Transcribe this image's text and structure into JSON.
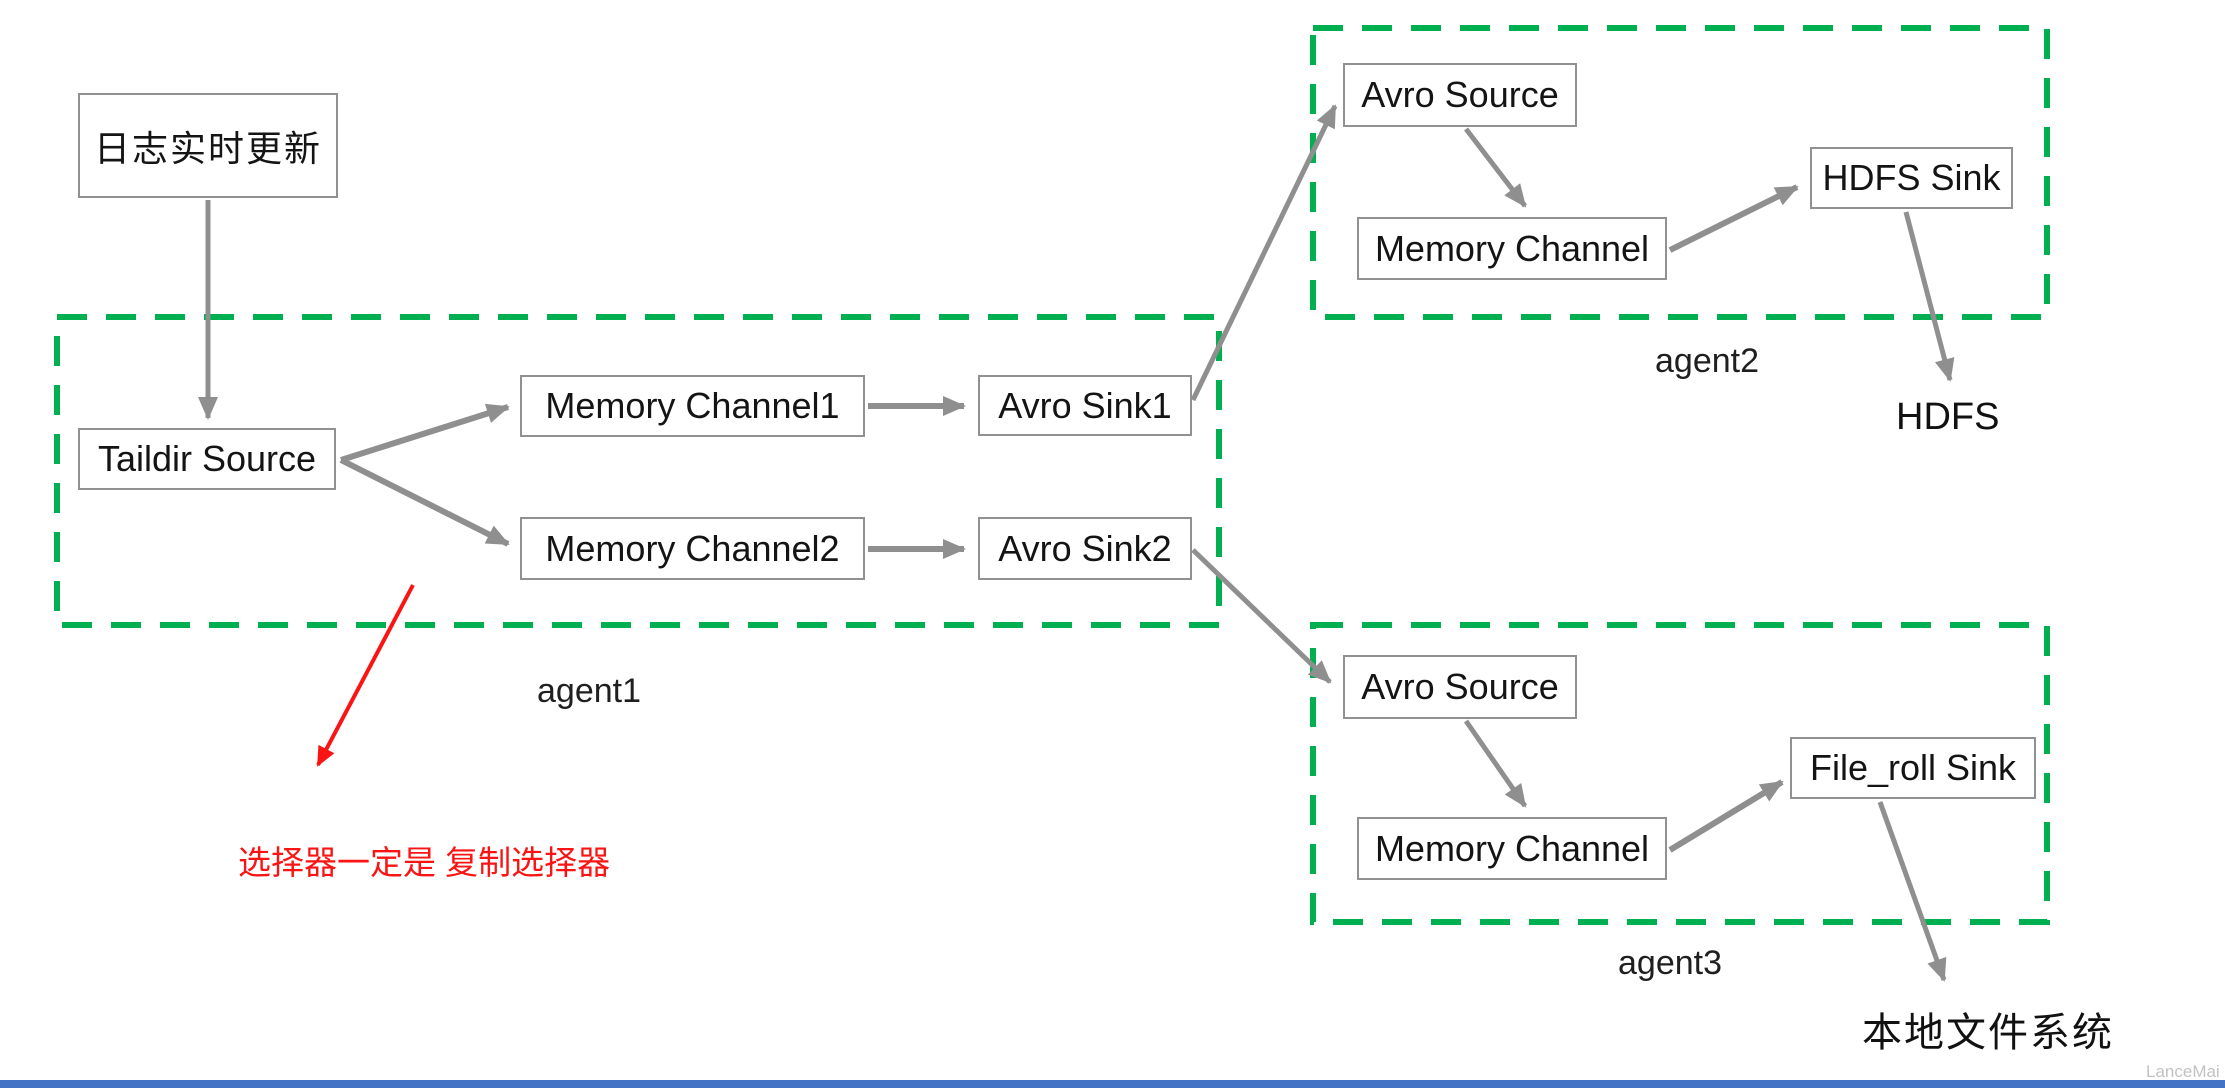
{
  "colors": {
    "agent_boundary_green": "#00b050",
    "arrow_gray": "#8f8f8f",
    "node_border_gray": "#919191",
    "annotation_red": "#fa1414",
    "watermark_gray": "#c2c2c2",
    "bottom_bar_blue": "#4472c4"
  },
  "nodes": {
    "log_source": "日志实时更新",
    "taildir_source": "Taildir Source",
    "memory_channel1": "Memory Channel1",
    "avro_sink1": "Avro Sink1",
    "memory_channel2": "Memory Channel2",
    "avro_sink2": "Avro Sink2",
    "agent2_avro_source": "Avro Source",
    "agent2_memory_channel": "Memory Channel",
    "agent2_hdfs_sink": "HDFS Sink",
    "agent3_avro_source": "Avro Source",
    "agent3_memory_channel": "Memory Channel",
    "agent3_file_roll_sink": "File_roll Sink"
  },
  "agent_labels": {
    "agent1": "agent1",
    "agent2": "agent2",
    "agent3": "agent3"
  },
  "external_labels": {
    "hdfs": "HDFS",
    "local_file_system": "本地文件系统"
  },
  "annotation": {
    "text": "选择器一定是 复制选择器"
  },
  "watermark": "LanceMai",
  "edges": [
    {
      "from": "日志实时更新",
      "to": "Taildir Source"
    },
    {
      "from": "Taildir Source",
      "to": "Memory Channel1"
    },
    {
      "from": "Taildir Source",
      "to": "Memory Channel2"
    },
    {
      "from": "Memory Channel1",
      "to": "Avro Sink1"
    },
    {
      "from": "Memory Channel2",
      "to": "Avro Sink2"
    },
    {
      "from": "Avro Sink1",
      "to": "agent2 Avro Source"
    },
    {
      "from": "agent2 Avro Source",
      "to": "agent2 Memory Channel"
    },
    {
      "from": "agent2 Memory Channel",
      "to": "HDFS Sink"
    },
    {
      "from": "HDFS Sink",
      "to": "HDFS"
    },
    {
      "from": "Avro Sink2",
      "to": "agent3 Avro Source"
    },
    {
      "from": "agent3 Avro Source",
      "to": "agent3 Memory Channel"
    },
    {
      "from": "agent3 Memory Channel",
      "to": "File_roll Sink"
    },
    {
      "from": "agent3 File_roll Sink",
      "to": "本地文件系统"
    }
  ]
}
